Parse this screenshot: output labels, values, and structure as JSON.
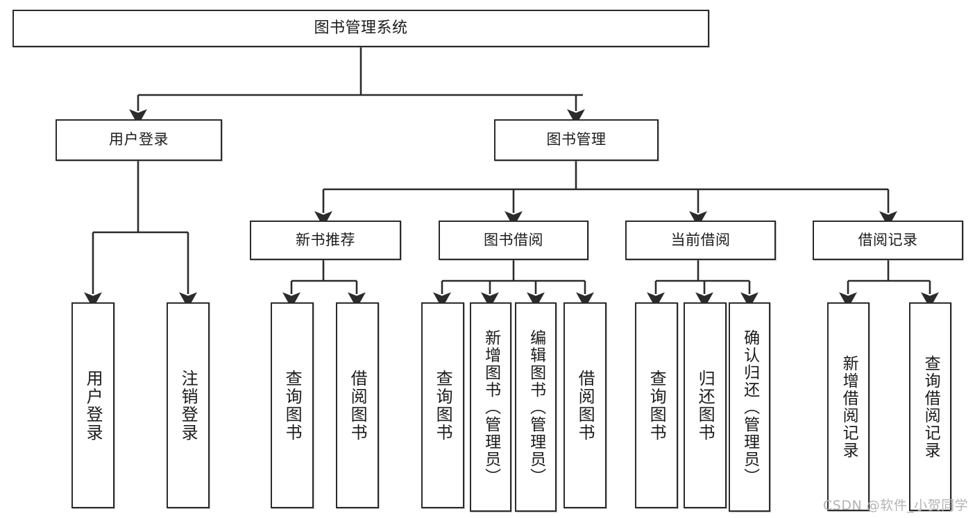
{
  "diagram": {
    "title": "图书管理系统",
    "type": "tree-hierarchy",
    "line_color": "#2b2b2b",
    "box_fill": "#ffffff",
    "text_color": "#1b1b1b"
  },
  "nodes": {
    "root": {
      "label": "图书管理系统"
    },
    "level2": [
      {
        "label": "用户登录"
      },
      {
        "label": "图书管理"
      }
    ],
    "level3": [
      {
        "label": "新书推荐"
      },
      {
        "label": "图书借阅"
      },
      {
        "label": "当前借阅"
      },
      {
        "label": "借阅记录"
      }
    ],
    "leaves": {
      "user_login": [
        {
          "label": "用户登录"
        },
        {
          "label": "注销登录"
        }
      ],
      "new_book_recommend": [
        {
          "label": "查询图书"
        },
        {
          "label": "借阅图书"
        }
      ],
      "book_borrow": [
        {
          "label": "查询图书"
        },
        {
          "label": "新增图书（管理员）"
        },
        {
          "label": "编辑图书（管理员）"
        },
        {
          "label": "借阅图书"
        }
      ],
      "current_borrow": [
        {
          "label": "查询图书"
        },
        {
          "label": "归还图书"
        },
        {
          "label": "确认归还（管理员）"
        }
      ],
      "borrow_record": [
        {
          "label": "新增借阅记录"
        },
        {
          "label": "查询借阅记录"
        }
      ]
    }
  },
  "watermark": {
    "text": "CSDN @软件_小贺同学"
  }
}
